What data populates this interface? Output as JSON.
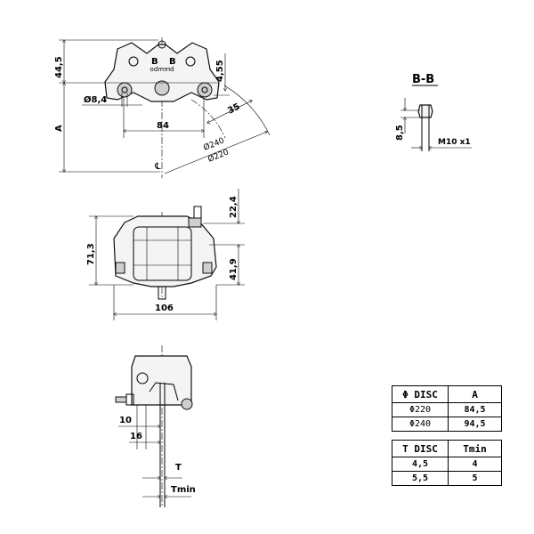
{
  "top_view": {
    "section_marks": [
      "B",
      "B"
    ],
    "logo": "brembo",
    "dim_height": "44,5",
    "dim_a": "A",
    "dim_hole": "Ø8,4",
    "dim_spacing": "84",
    "dim_offset": "4,55",
    "dim_pad": "35",
    "dim_disc_outer": "Ø240",
    "dim_disc_inner": "Ø220",
    "centre_symbol": "℄"
  },
  "front_view": {
    "dim_height": "71,3",
    "dim_upper": "22,4",
    "dim_lower": "41,9",
    "dim_width": "106"
  },
  "side_view": {
    "dim_10": "10",
    "dim_16": "16",
    "dim_t": "T",
    "dim_tmin": "Tmin"
  },
  "section_bb": {
    "title": "B-B",
    "dim_depth": "8,5",
    "thread": "M10 x1"
  },
  "table_disc": {
    "headers": [
      "Φ DISC",
      "A"
    ],
    "rows": [
      [
        "Φ220",
        "84,5"
      ],
      [
        "Φ240",
        "94,5"
      ]
    ]
  },
  "table_thickness": {
    "headers": [
      "T DISC",
      "Tmin"
    ],
    "rows": [
      [
        "4,5",
        "4"
      ],
      [
        "5,5",
        "5"
      ]
    ]
  }
}
